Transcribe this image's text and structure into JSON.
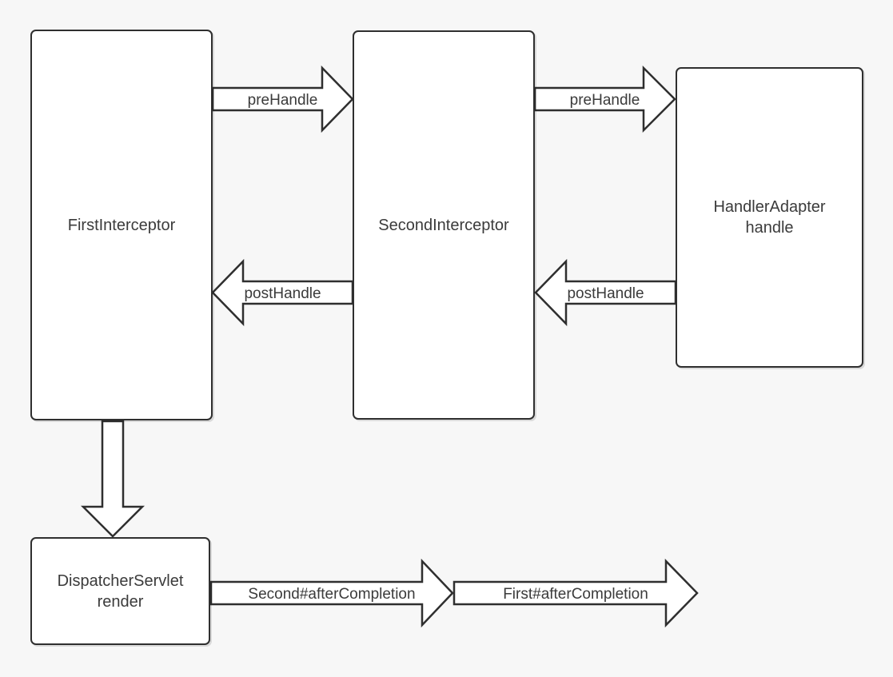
{
  "diagram": {
    "nodes": {
      "first_interceptor": {
        "label": "FirstInterceptor"
      },
      "second_interceptor": {
        "label": "SecondInterceptor"
      },
      "handler_adapter": {
        "line1": "HandlerAdapter",
        "line2": "handle"
      },
      "dispatcher_servlet": {
        "line1": "DispatcherServlet",
        "line2": "render"
      }
    },
    "arrows": {
      "prehandle_first_to_second": {
        "label": "preHandle"
      },
      "prehandle_second_to_adapter": {
        "label": "preHandle"
      },
      "posthandle_second_to_first": {
        "label": "postHandle"
      },
      "posthandle_adapter_to_second": {
        "label": "postHandle"
      },
      "render_first_to_dispatcher": {
        "label": ""
      },
      "second_after_completion": {
        "label": "Second#afterCompletion"
      },
      "first_after_completion": {
        "label": "First#afterCompletion"
      }
    },
    "colors": {
      "background": "#f7f7f7",
      "node_fill": "#ffffff",
      "stroke": "#2f2f2f",
      "text": "#3b3b3b"
    }
  }
}
